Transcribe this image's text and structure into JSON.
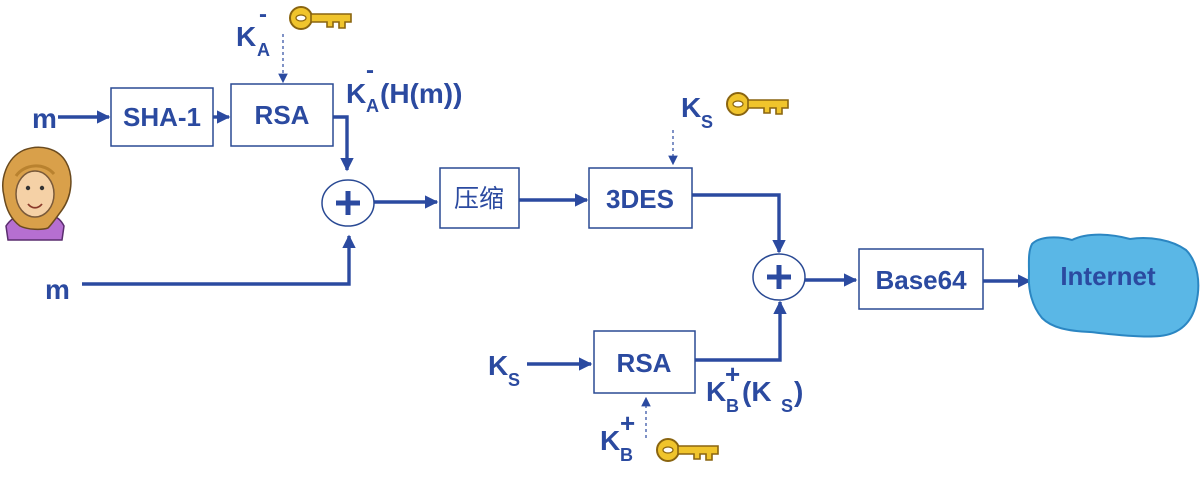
{
  "inputs": {
    "m_top": "m",
    "m_bottom": "m"
  },
  "blocks": {
    "sha1": "SHA-1",
    "rsa_sign": "RSA",
    "compress": "压缩",
    "des3": "3DES",
    "rsa_key": "RSA",
    "base64": "Base64"
  },
  "network": {
    "label": "Internet"
  },
  "keys": {
    "ka_private": {
      "letter": "K",
      "sub": "A",
      "sup": "-"
    },
    "signature": {
      "letter": "K",
      "sub": "A",
      "sup": "-",
      "suffix": "(H(m))"
    },
    "ks_top": {
      "letter": "K",
      "sub": "S"
    },
    "ks_input": {
      "letter": "K",
      "sub": "S"
    },
    "kb_public": {
      "letter": "K",
      "sub": "B",
      "sup": "+"
    },
    "kb_ks": {
      "letter": "K",
      "sub": "B",
      "sup": "+",
      "suffix": "(K",
      "suffix_sub": "S",
      "suffix_end": " )"
    }
  },
  "colors": {
    "wire": "#2b4aa0",
    "block_border": "#2a4a94",
    "cloud": "#5ab7e6",
    "key": "#f0c42c"
  },
  "icons": [
    "key-icon",
    "alice-icon",
    "cloud-icon",
    "plus-operator-icon"
  ]
}
